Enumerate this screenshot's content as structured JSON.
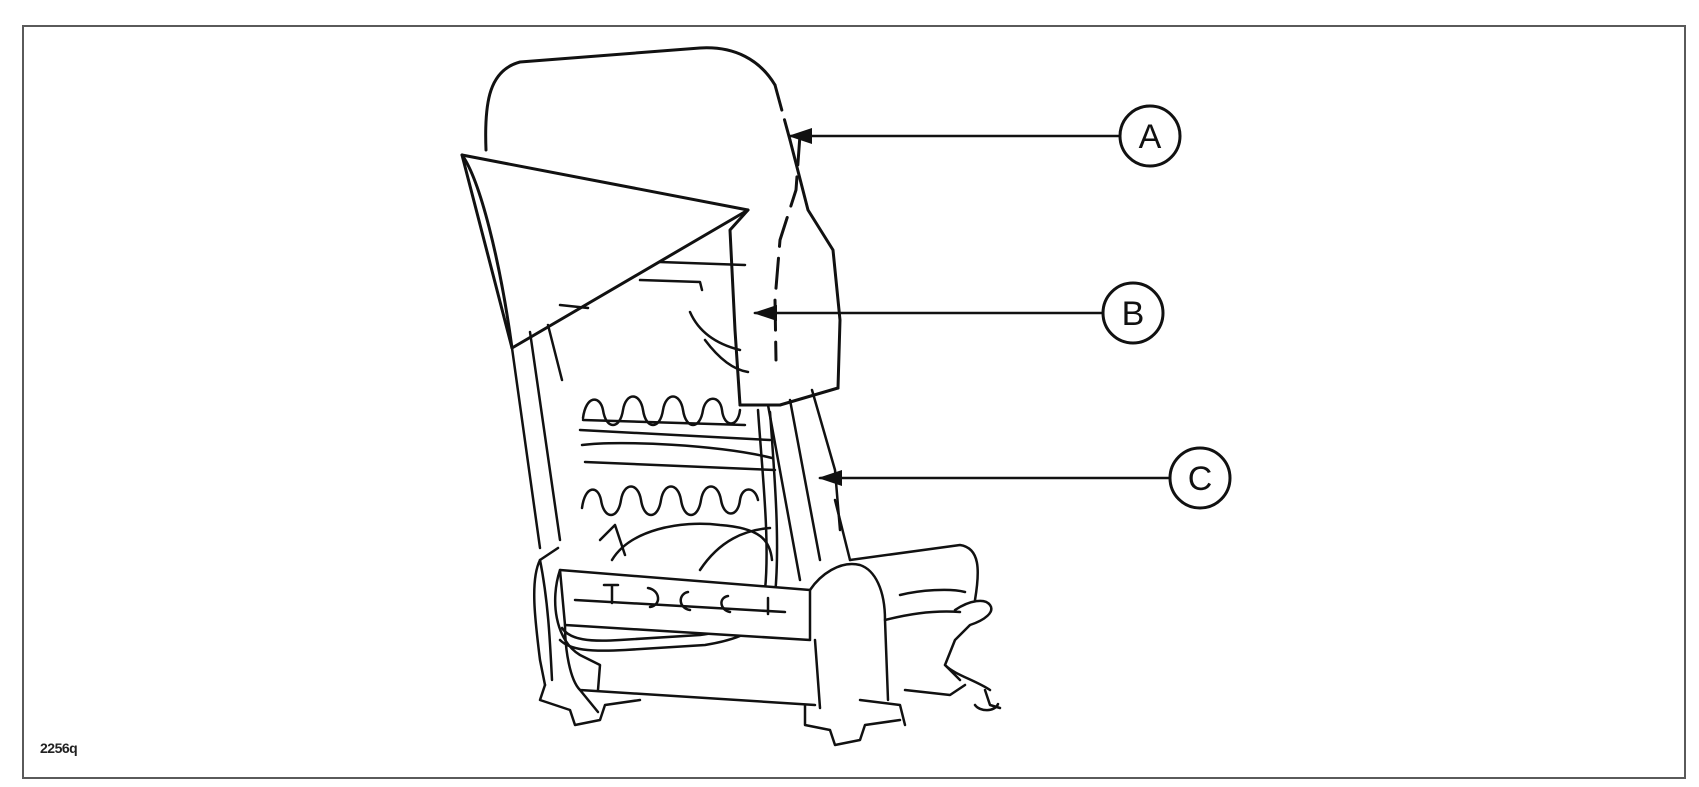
{
  "diagram": {
    "reference_code": "2256q",
    "callouts": [
      {
        "id": "a",
        "letter": "A"
      },
      {
        "id": "b",
        "letter": "B"
      },
      {
        "id": "c",
        "letter": "C"
      }
    ]
  }
}
